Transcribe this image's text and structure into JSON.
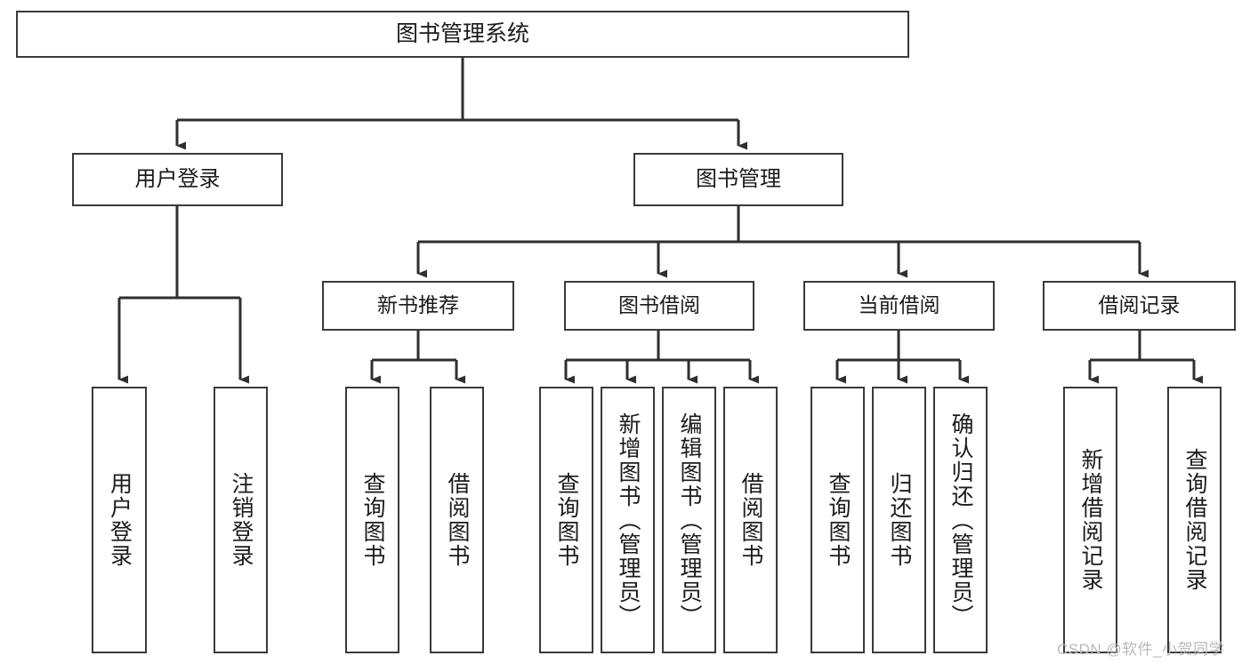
{
  "diagram": {
    "title": "图书管理系统",
    "type": "hierarchy-tree",
    "watermark": "CSDN @软件_小贺同学",
    "colors": {
      "box_border": "#3a3a3a",
      "box_fill": "#ffffff",
      "connector": "#2f2f2f",
      "text": "#1b1b1b",
      "watermark": "#b9b9b9"
    },
    "root": {
      "label": "图书管理系统"
    },
    "level2": [
      {
        "label": "用户登录"
      },
      {
        "label": "图书管理"
      }
    ],
    "level3": [
      {
        "label": "新书推荐"
      },
      {
        "label": "图书借阅"
      },
      {
        "label": "当前借阅"
      },
      {
        "label": "借阅记录"
      }
    ],
    "leaves": {
      "user_login": [
        {
          "label": "用户登录"
        },
        {
          "label": "注销登录"
        }
      ],
      "new_book_recommend": [
        {
          "label": "查询图书"
        },
        {
          "label": "借阅图书"
        }
      ],
      "book_borrow": [
        {
          "label": "查询图书"
        },
        {
          "label": "新增图书（管理员）"
        },
        {
          "label": "编辑图书（管理员）"
        },
        {
          "label": "借阅图书"
        }
      ],
      "current_borrow": [
        {
          "label": "查询图书"
        },
        {
          "label": "归还图书"
        },
        {
          "label": "确认归还（管理员）"
        }
      ],
      "borrow_record": [
        {
          "label": "新增借阅记录"
        },
        {
          "label": "查询借阅记录"
        }
      ]
    }
  }
}
